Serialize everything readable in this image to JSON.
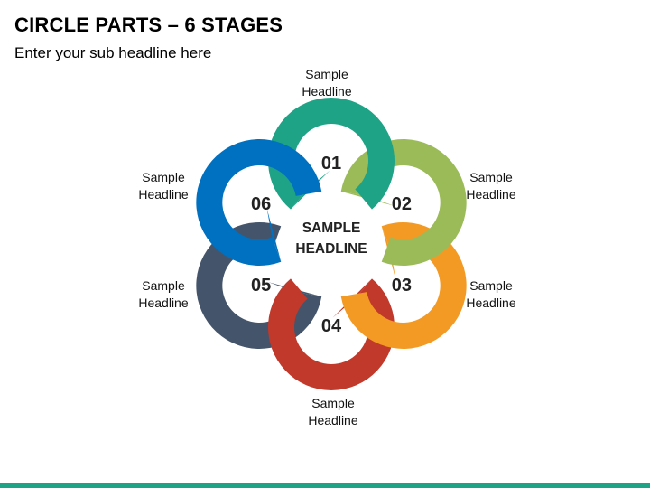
{
  "title": "CIRCLE PARTS – 6 STAGES",
  "subtitle": "Enter your sub headline here",
  "center": {
    "line1": "SAMPLE",
    "line2": "HEADLINE"
  },
  "stages": [
    {
      "number": "01",
      "label_line1": "Sample",
      "label_line2": "Headline",
      "color": "#1FA386"
    },
    {
      "number": "02",
      "label_line1": "Sample",
      "label_line2": "Headline",
      "color": "#9BBB59"
    },
    {
      "number": "03",
      "label_line1": "Sample",
      "label_line2": "Headline",
      "color": "#F39A24"
    },
    {
      "number": "04",
      "label_line1": "Sample",
      "label_line2": "Headline",
      "color": "#C0392B"
    },
    {
      "number": "05",
      "label_line1": "Sample",
      "label_line2": "Headline",
      "color": "#44546A"
    },
    {
      "number": "06",
      "label_line1": "Sample",
      "label_line2": "Headline",
      "color": "#0070C0"
    }
  ],
  "accent_color": "#1FA386"
}
